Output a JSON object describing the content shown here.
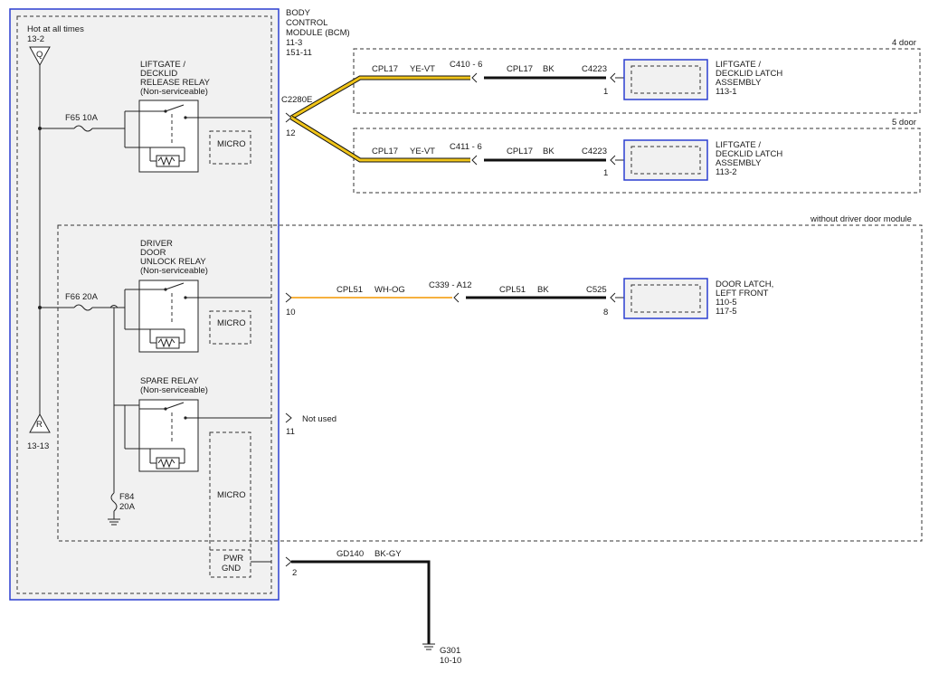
{
  "colors": {
    "module_border": "#2b3fd1",
    "module_fill": "#f1f1f1",
    "wire_yellow": "#f0c419",
    "wire_orange": "#f5a623",
    "wire_black": "#111111"
  },
  "bcm": {
    "title": [
      "BODY",
      "CONTROL",
      "MODULE (BCM)",
      "11-3",
      "151-11"
    ],
    "hot_label": "Hot at all times",
    "hot_ref": "13-2",
    "q_letter": "Q",
    "r_letter": "R",
    "r_ref": "13-13",
    "connector": "C2280E",
    "fuses": {
      "f65": "F65   10A",
      "f66": "F66   20A",
      "f84_name": "F84",
      "f84_rating": "20A"
    },
    "relays": {
      "liftgate": [
        "LIFTGATE /",
        "DECKLID",
        "RELEASE RELAY",
        "(Non-serviceable)"
      ],
      "driver": [
        "DRIVER",
        "DOOR",
        "UNLOCK RELAY",
        "(Non-serviceable)"
      ],
      "spare": [
        "SPARE RELAY",
        "(Non-serviceable)"
      ]
    },
    "micro": "MICRO",
    "pwr_gnd": [
      "PWR",
      "GND"
    ],
    "pins": {
      "p12": "12",
      "p10": "10",
      "p11": "11",
      "p2": "2"
    },
    "not_used": "Not used"
  },
  "groups": {
    "four_door": "4 door",
    "five_door": "5 door",
    "no_ddm": "without driver door module"
  },
  "circuits": {
    "c4": {
      "left_wire": "CPL17",
      "left_color": "YE-VT",
      "inline": "C410 - 6",
      "right_wire": "CPL17",
      "right_color": "BK",
      "connector": "C4223",
      "pin": "1"
    },
    "c5": {
      "left_wire": "CPL17",
      "left_color": "YE-VT",
      "inline": "C411 - 6",
      "right_wire": "CPL17",
      "right_color": "BK",
      "connector": "C4223",
      "pin": "1"
    },
    "dd": {
      "left_wire": "CPL51",
      "left_color": "WH-OG",
      "inline": "C339 - A12",
      "right_wire": "CPL51",
      "right_color": "BK",
      "connector": "C525",
      "pin": "8"
    },
    "gnd": {
      "wire": "GD140",
      "color": "BK-GY",
      "ground": "G301",
      "ground_ref": "10-10"
    }
  },
  "components": {
    "latch4": [
      "LIFTGATE /",
      "DECKLID LATCH",
      "ASSEMBLY",
      "113-1"
    ],
    "latch5": [
      "LIFTGATE /",
      "DECKLID LATCH",
      "ASSEMBLY",
      "113-2"
    ],
    "door_latch": [
      "DOOR LATCH,",
      "LEFT FRONT",
      "110-5",
      "117-5"
    ]
  }
}
